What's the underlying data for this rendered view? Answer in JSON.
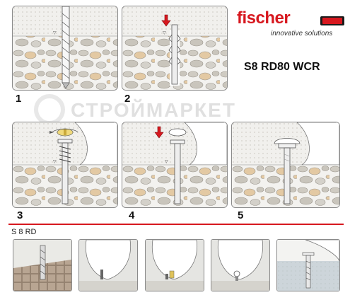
{
  "brand": {
    "name": "fischer",
    "tagline": "innovative solutions"
  },
  "product_code": "S8 RD80 WCR",
  "watermark_text": "СТРОЙМАРКЕТ",
  "steps": [
    {
      "number": "1",
      "action": "drill-hole",
      "wall_mark": "▽"
    },
    {
      "number": "2",
      "action": "insert-plug",
      "wall_mark": "▽"
    },
    {
      "number": "3",
      "action": "screw-in-fixture",
      "wall_mark": "▽"
    },
    {
      "number": "4",
      "action": "press-cap",
      "wall_mark": "▽"
    },
    {
      "number": "5",
      "action": "finished",
      "wall_mark": ""
    }
  ],
  "sub_section": {
    "label": "S 8 RD"
  },
  "colors": {
    "brand_red": "#d7181f",
    "wall": "#ebeae7",
    "tile": "#e6eef5",
    "stone": "#c9c5bc",
    "stone_ochre": "#e3c9a3"
  }
}
